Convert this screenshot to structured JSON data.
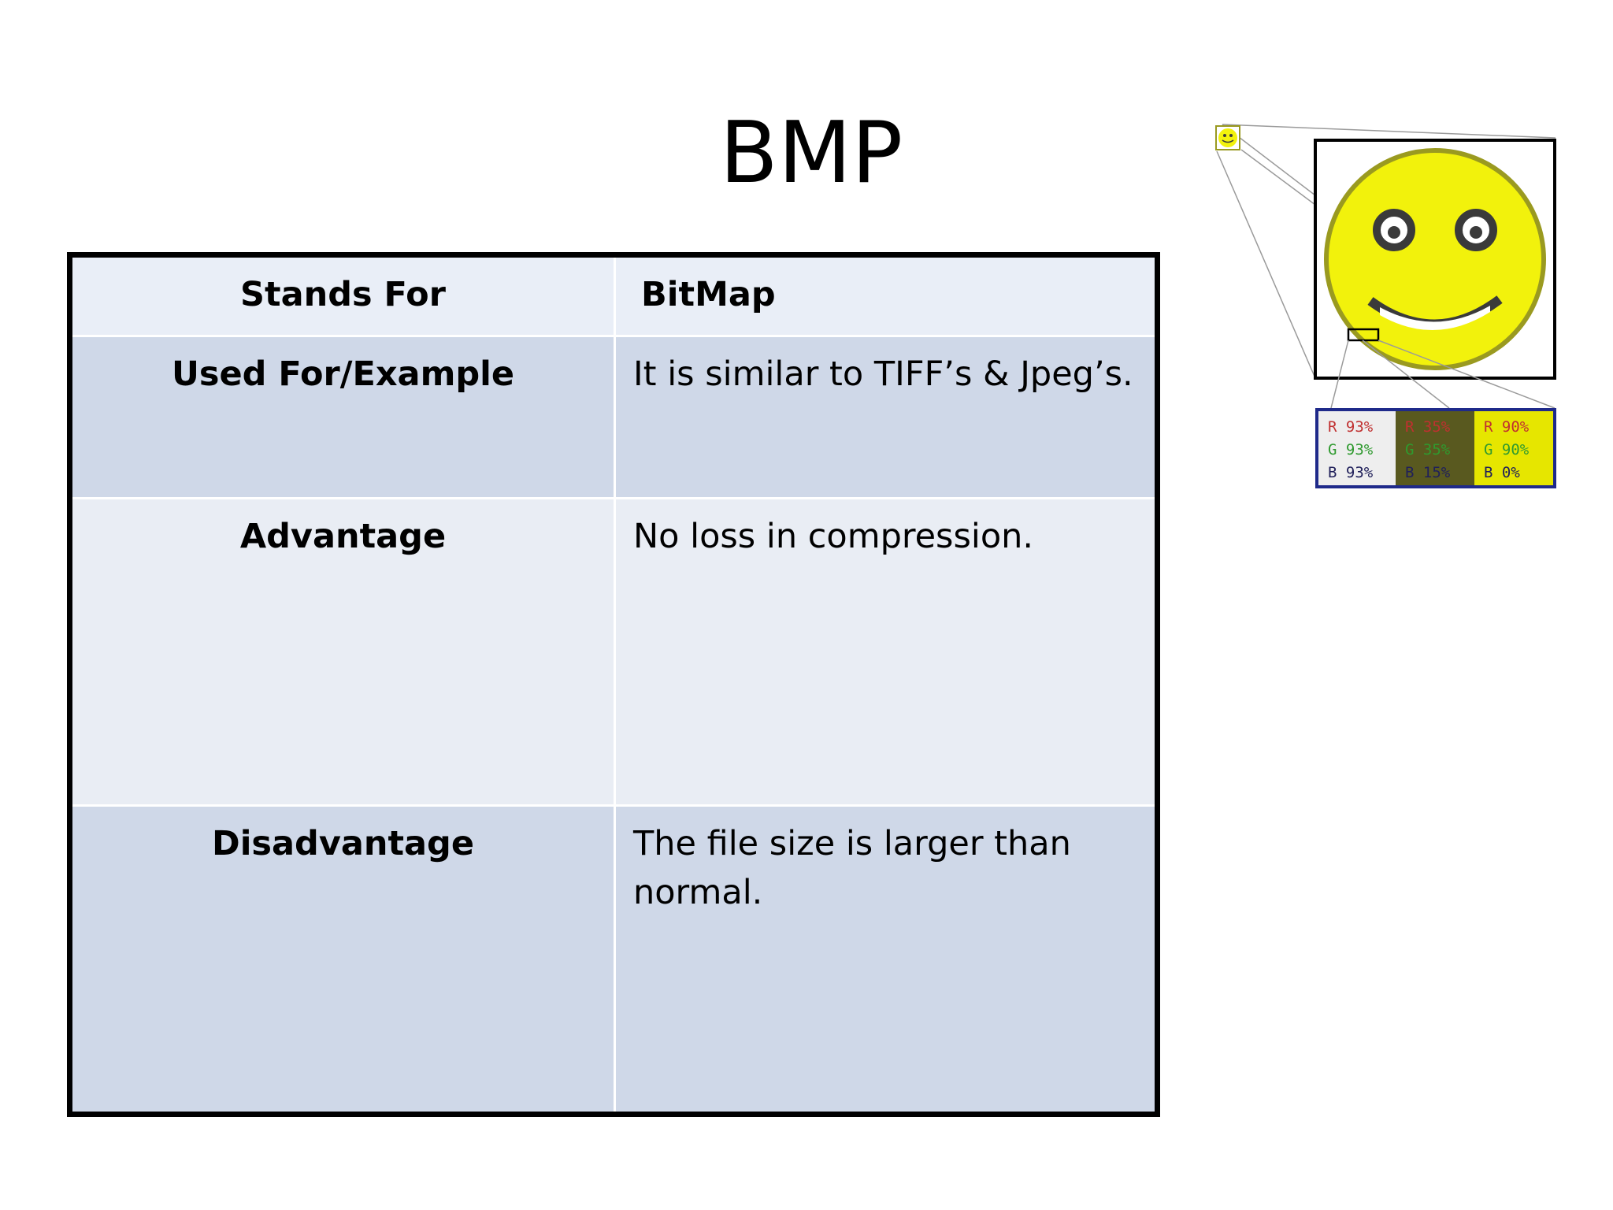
{
  "slide": {
    "title": "BMP"
  },
  "table": {
    "rows": [
      {
        "label": "Stands For",
        "value": "BitMap"
      },
      {
        "label": "Used For/Example",
        "value": "It is similar to TIFF’s & Jpeg’s."
      },
      {
        "label": "Advantage",
        "value": "No loss in compression."
      },
      {
        "label": "Disadvantage",
        "value": "The file size is larger than normal."
      }
    ]
  },
  "illustration": {
    "icon": "smiley-pixel-zoom-icon",
    "swatches": [
      {
        "r": "R 93%",
        "g": "G 93%",
        "b": "B 93%",
        "color": "#eeeeee"
      },
      {
        "r": "R 35%",
        "g": "G 35%",
        "b": "B 15%",
        "color": "#59591f"
      },
      {
        "r": "R 90%",
        "g": "G 90%",
        "b": "B 0%",
        "color": "#e6e600"
      }
    ],
    "colors": {
      "face": "#f2f20c",
      "face_edge": "#9a9a20",
      "features": "#3a3a3a",
      "frame": "#000000",
      "swatch_border": "#1f2a8a",
      "red_text": "#c03030",
      "green_text": "#2f9a2f",
      "blue_text": "#20205a"
    }
  }
}
